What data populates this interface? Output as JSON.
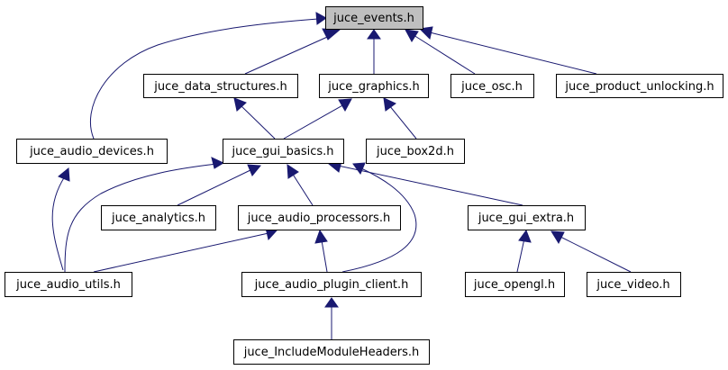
{
  "diagram": {
    "colors": {
      "edge": "#191970",
      "root_fill": "#bfbfbf",
      "node_fill": "#ffffff",
      "border": "#000000"
    },
    "nodes": [
      {
        "id": "juce_events",
        "label": "juce_events.h",
        "root": true
      },
      {
        "id": "juce_data_structures",
        "label": "juce_data_structures.h"
      },
      {
        "id": "juce_graphics",
        "label": "juce_graphics.h"
      },
      {
        "id": "juce_osc",
        "label": "juce_osc.h"
      },
      {
        "id": "juce_product_unlocking",
        "label": "juce_product_unlocking.h"
      },
      {
        "id": "juce_audio_devices",
        "label": "juce_audio_devices.h"
      },
      {
        "id": "juce_gui_basics",
        "label": "juce_gui_basics.h"
      },
      {
        "id": "juce_box2d",
        "label": "juce_box2d.h"
      },
      {
        "id": "juce_analytics",
        "label": "juce_analytics.h"
      },
      {
        "id": "juce_audio_processors",
        "label": "juce_audio_processors.h"
      },
      {
        "id": "juce_gui_extra",
        "label": "juce_gui_extra.h"
      },
      {
        "id": "juce_audio_utils",
        "label": "juce_audio_utils.h"
      },
      {
        "id": "juce_audio_plugin_client",
        "label": "juce_audio_plugin_client.h"
      },
      {
        "id": "juce_opengl",
        "label": "juce_opengl.h"
      },
      {
        "id": "juce_video",
        "label": "juce_video.h"
      },
      {
        "id": "juce_IncludeModuleHeaders",
        "label": "juce_IncludeModuleHeaders.h"
      }
    ],
    "edges": [
      {
        "from": "juce_data_structures",
        "to": "juce_events"
      },
      {
        "from": "juce_graphics",
        "to": "juce_events"
      },
      {
        "from": "juce_osc",
        "to": "juce_events"
      },
      {
        "from": "juce_product_unlocking",
        "to": "juce_events"
      },
      {
        "from": "juce_audio_devices",
        "to": "juce_events"
      },
      {
        "from": "juce_gui_basics",
        "to": "juce_data_structures"
      },
      {
        "from": "juce_gui_basics",
        "to": "juce_graphics"
      },
      {
        "from": "juce_box2d",
        "to": "juce_graphics"
      },
      {
        "from": "juce_audio_utils",
        "to": "juce_audio_devices"
      },
      {
        "from": "juce_analytics",
        "to": "juce_gui_basics"
      },
      {
        "from": "juce_audio_processors",
        "to": "juce_gui_basics"
      },
      {
        "from": "juce_gui_extra",
        "to": "juce_gui_basics"
      },
      {
        "from": "juce_audio_utils",
        "to": "juce_gui_basics"
      },
      {
        "from": "juce_audio_plugin_client",
        "to": "juce_gui_basics"
      },
      {
        "from": "juce_audio_utils",
        "to": "juce_audio_processors"
      },
      {
        "from": "juce_audio_plugin_client",
        "to": "juce_audio_processors"
      },
      {
        "from": "juce_opengl",
        "to": "juce_gui_extra"
      },
      {
        "from": "juce_video",
        "to": "juce_gui_extra"
      },
      {
        "from": "juce_IncludeModuleHeaders",
        "to": "juce_audio_plugin_client"
      }
    ]
  }
}
